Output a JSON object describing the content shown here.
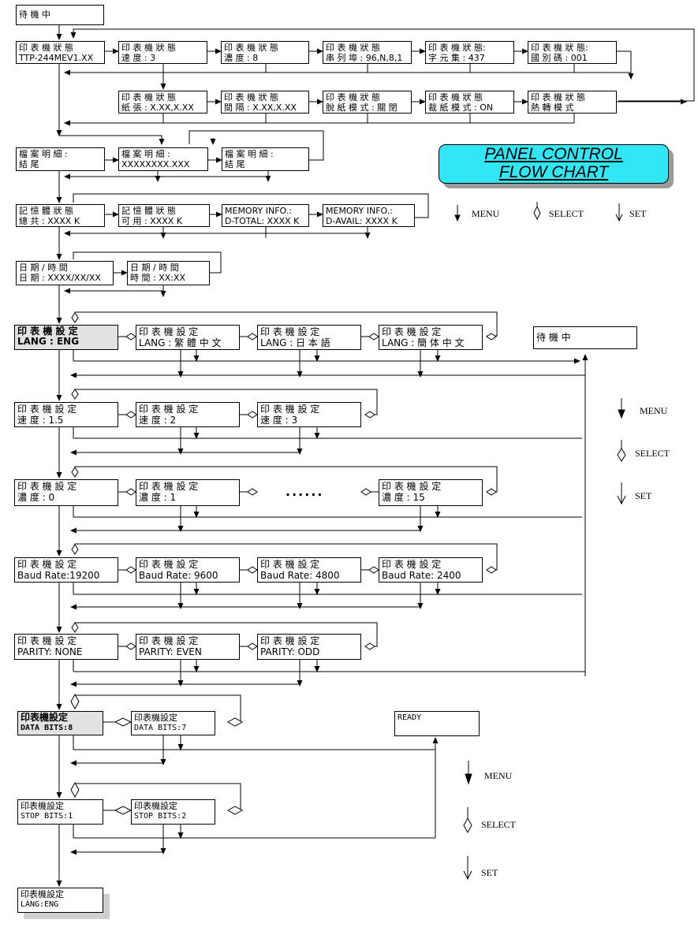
{
  "title": [
    "PANEL CONTROL",
    "FLOW CHART"
  ],
  "legend": {
    "menu": "MENU",
    "select": "SELECT",
    "set": "SET"
  },
  "ellipsis": "......",
  "boxes": {
    "standby_top": [
      "待 機 中",
      ""
    ],
    "status_model": [
      "印 表 機 狀 態",
      "TTP-244MEV1.XX"
    ],
    "status_speed": [
      "印 表 機 狀 態",
      "速 度 : 3"
    ],
    "status_darkness": [
      "印 表 機 狀 態",
      "濃 度 : 8"
    ],
    "status_serial": [
      "印 表 機 狀 態",
      "串 列 埠 : 96,N,8,1"
    ],
    "status_charset": [
      "印 表 機 狀 態:",
      "字 元 集 : 437"
    ],
    "status_country": [
      "印 表 機 狀 態:",
      "國 別 碼 : 001"
    ],
    "status_paper": [
      "印 表 機 狀 態",
      "紙 張 : X.XX,X.XX"
    ],
    "status_gap": [
      "印 表 機 狀 態",
      "間 隔 : X.XX,X.XX"
    ],
    "status_peel": [
      "印 表 機 狀 態",
      "脫 紙 模 式 : 關 閉"
    ],
    "status_cutter": [
      "印 表 機 狀 態",
      "裁 紙 模 式 : ON"
    ],
    "status_thermal": [
      "印 表 機 狀 態",
      "熱 轉 模 式"
    ],
    "file_end1": [
      "檔 案 明 細 :",
      "結 尾"
    ],
    "file_name": [
      "檔 案 明 細 :",
      "XXXXXXXX.XXX"
    ],
    "file_end2": [
      "檔 案 明 細 :",
      "結 尾"
    ],
    "mem_total": [
      "記 憶 體 狀 態",
      "總 共 : XXXX K"
    ],
    "mem_avail": [
      "記 憶 體 狀 態",
      "可 用 : XXXX K"
    ],
    "mem_info_total": [
      "MEMORY INFO.:",
      "D-TOTAL: XXXX K"
    ],
    "mem_info_avail": [
      "MEMORY INFO.:",
      "D-AVAIL: XXXX K"
    ],
    "date": [
      "日 期 / 時 間",
      "日 期 : XXXX/XX/XX"
    ],
    "time": [
      "日 期 / 時 間",
      "時 間 : XX:XX"
    ],
    "lang_eng": [
      "印 表 機 設 定",
      "LANG : ENG"
    ],
    "lang_trad": [
      "印 表 機 設 定",
      "LANG : 繁 體 中 文"
    ],
    "lang_jp": [
      "印 表 機 設 定",
      "LANG : 日 本 語"
    ],
    "lang_simp": [
      "印 表 機 設 定",
      "LANG : 簡 体 中 文"
    ],
    "standby_right": [
      "待 機 中",
      ""
    ],
    "speed_15": [
      "印 表 機 設 定",
      "速 度 : 1.5"
    ],
    "speed_2": [
      "印 表 機 設 定",
      "速 度 : 2"
    ],
    "speed_3": [
      "印 表 機 設 定",
      "速 度 : 3"
    ],
    "dark_0": [
      "印 表 機 設 定",
      "濃 度 : 0"
    ],
    "dark_1": [
      "印 表 機 設 定",
      "濃 度 : 1"
    ],
    "dark_15": [
      "印 表 機 設 定",
      "濃 度 : 15"
    ],
    "baud_19200": [
      "印 表 機 設 定",
      "Baud Rate:19200"
    ],
    "baud_9600": [
      "印 表 機 設 定",
      "Baud Rate: 9600"
    ],
    "baud_4800": [
      "印 表 機 設 定",
      "Baud Rate: 4800"
    ],
    "baud_2400": [
      "印 表 機 設 定",
      "Baud Rate: 2400"
    ],
    "parity_none": [
      "印 表 機 設 定",
      "PARITY: NONE"
    ],
    "parity_even": [
      "印 表 機 設 定",
      "PARITY: EVEN"
    ],
    "parity_odd": [
      "印 表 機 設 定",
      "PARITY: ODD"
    ],
    "databits_8": [
      "印表機設定",
      "DATA BITS:8"
    ],
    "databits_7": [
      "印表機設定",
      "DATA BITS:7"
    ],
    "ready": [
      "READY",
      ""
    ],
    "stopbits_1": [
      "印表機設定",
      "STOP BITS:1"
    ],
    "stopbits_2": [
      "印表機設定",
      "STOP BITS:2"
    ],
    "lang_bottom": [
      "印表機設定",
      "LANG:ENG"
    ]
  }
}
